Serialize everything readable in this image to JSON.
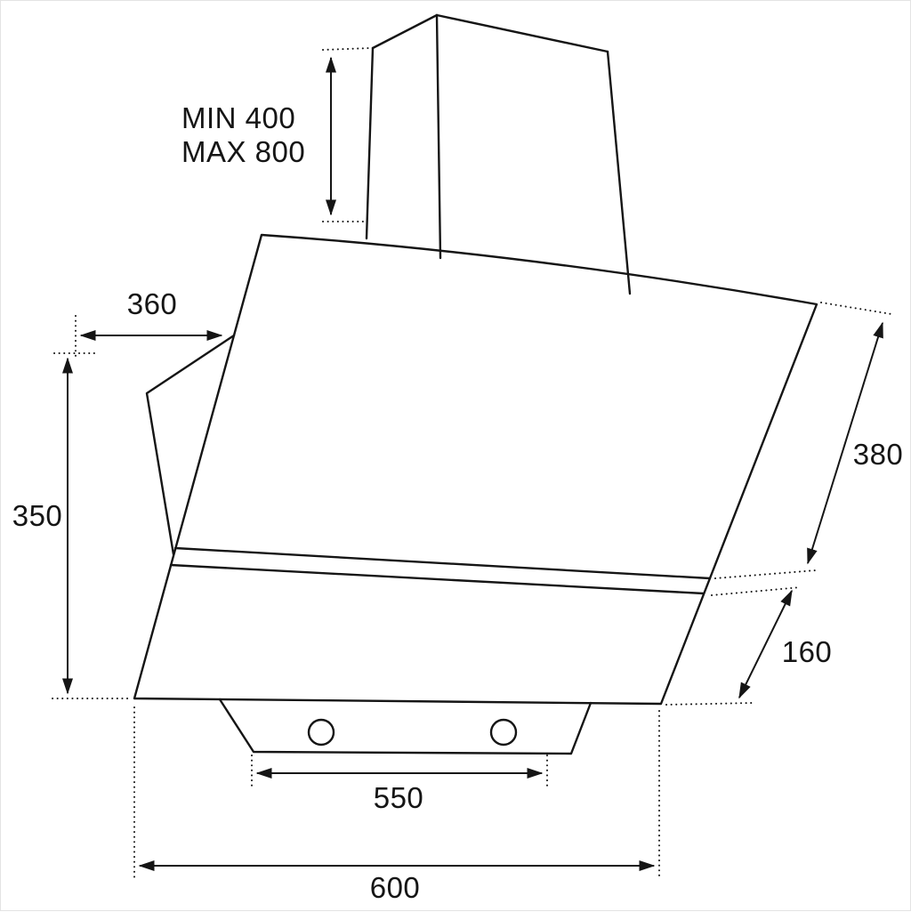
{
  "colors": {
    "ink": "#151515",
    "background": "#ffffff"
  },
  "diagram": {
    "labels": {
      "chimney_min": "MIN 400",
      "chimney_max": "MAX 800",
      "top_depth": "360",
      "left_height": "350",
      "panel_length": "380",
      "lower_section": "160",
      "inner_width": "550",
      "overall_width": "600"
    }
  }
}
